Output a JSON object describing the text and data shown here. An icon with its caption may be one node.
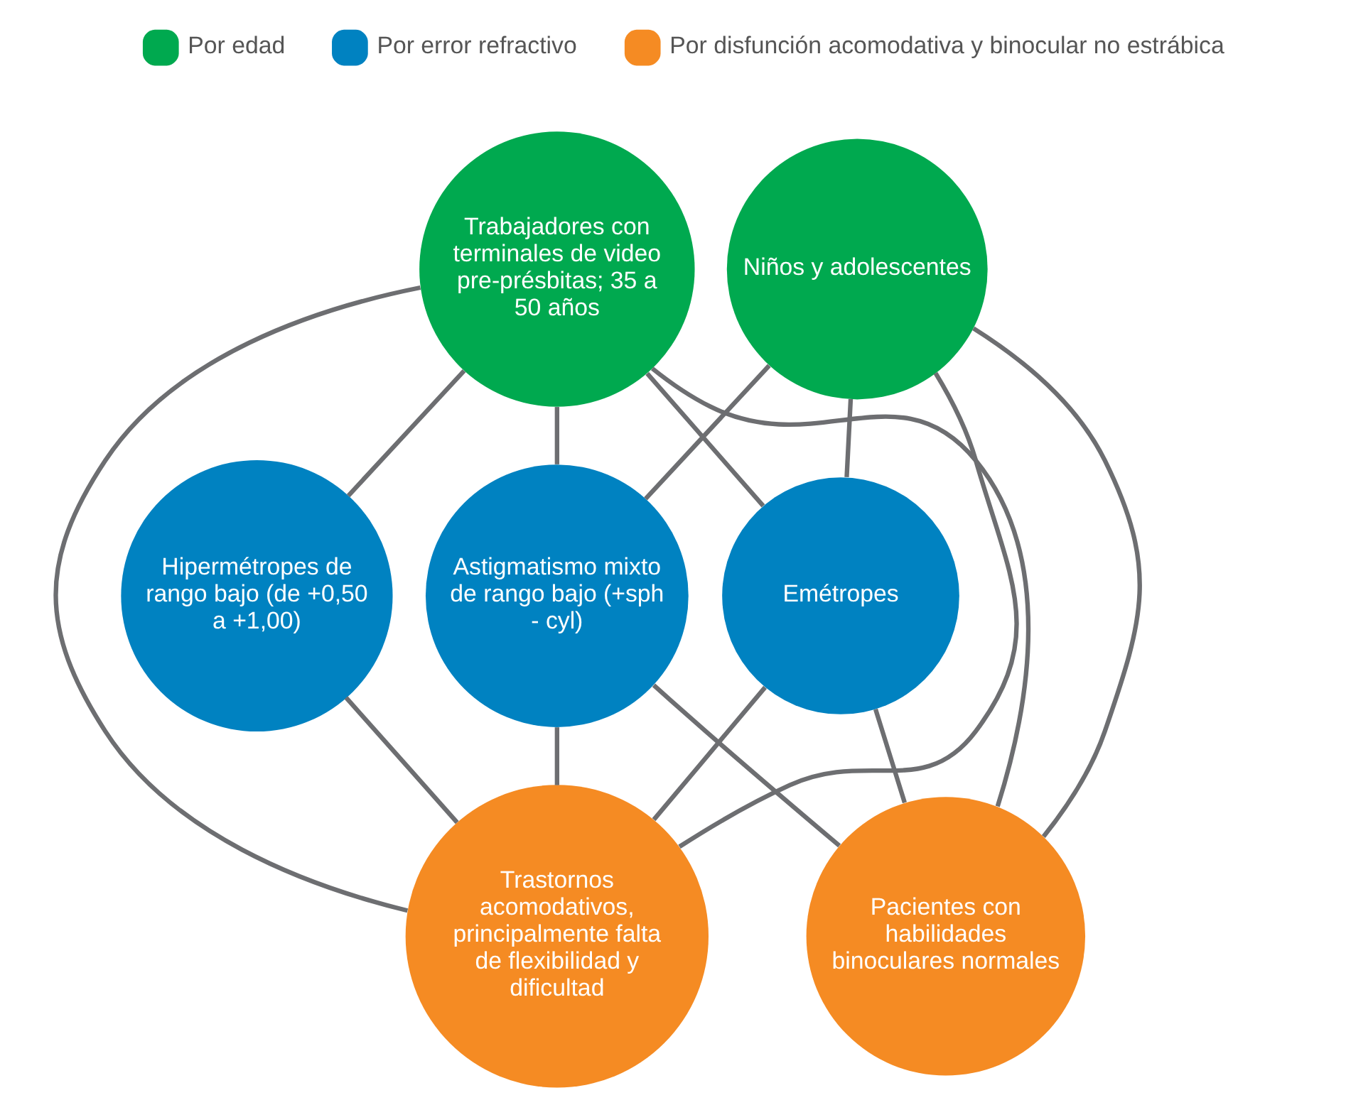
{
  "diagram": {
    "nodes": [
      {
        "text": [
          "Trabajadores con terminales de video pre-présbitas; 35 a 50 años"
        ]
      },
      {
        "text": [
          "Niños y adolescentes"
        ]
      },
      {
        "text": [
          "Hipermétropes de rango bajo (de +0,50 a +1,00)"
        ]
      },
      {
        "text": [
          "Astigmatismo mixto de rango bajo (+sph - cyl)"
        ]
      },
      {
        "text": [
          "Emétropes"
        ]
      },
      {
        "text": [
          "Trastornos acomodativos, principalmente falta de flexibilidad y dificultad"
        ]
      },
      {
        "text": [
          "Pacientes con habilidades binoculares normales"
        ]
      }
    ],
    "edges": [
      {
        "from": 0,
        "to": 2,
        "arrow": "none"
      },
      {
        "from": 0,
        "to": 3,
        "arrow": "none"
      },
      {
        "from": 0,
        "to": 5,
        "arrow": "none"
      },
      {
        "from": 0,
        "to": 6,
        "arrow": "none"
      },
      {
        "from": 0,
        "to": 4,
        "arrow": "none"
      },
      {
        "from": 1,
        "to": 3,
        "arrow": "none"
      },
      {
        "from": 1,
        "to": 4,
        "arrow": "none"
      },
      {
        "from": 1,
        "to": 5,
        "arrow": "none"
      },
      {
        "from": 1,
        "to": 6,
        "arrow": "none"
      },
      {
        "from": 2,
        "to": 5,
        "arrow": "none"
      },
      {
        "from": 3,
        "to": 5,
        "arrow": "none"
      },
      {
        "from": 3,
        "to": 6,
        "arrow": "none"
      },
      {
        "from": 4,
        "to": 5,
        "arrow": "none"
      },
      {
        "from": 4,
        "to": 6,
        "arrow": "none"
      }
    ],
    "legend": [
      {
        "text": "Por edad",
        "color": "#00a94f"
      },
      {
        "text": "Por error refractivo",
        "color": "#0082c1"
      },
      {
        "text": "Por disfunción acomodativa y binocular no estrábica",
        "color": "#f58b23"
      }
    ]
  }
}
